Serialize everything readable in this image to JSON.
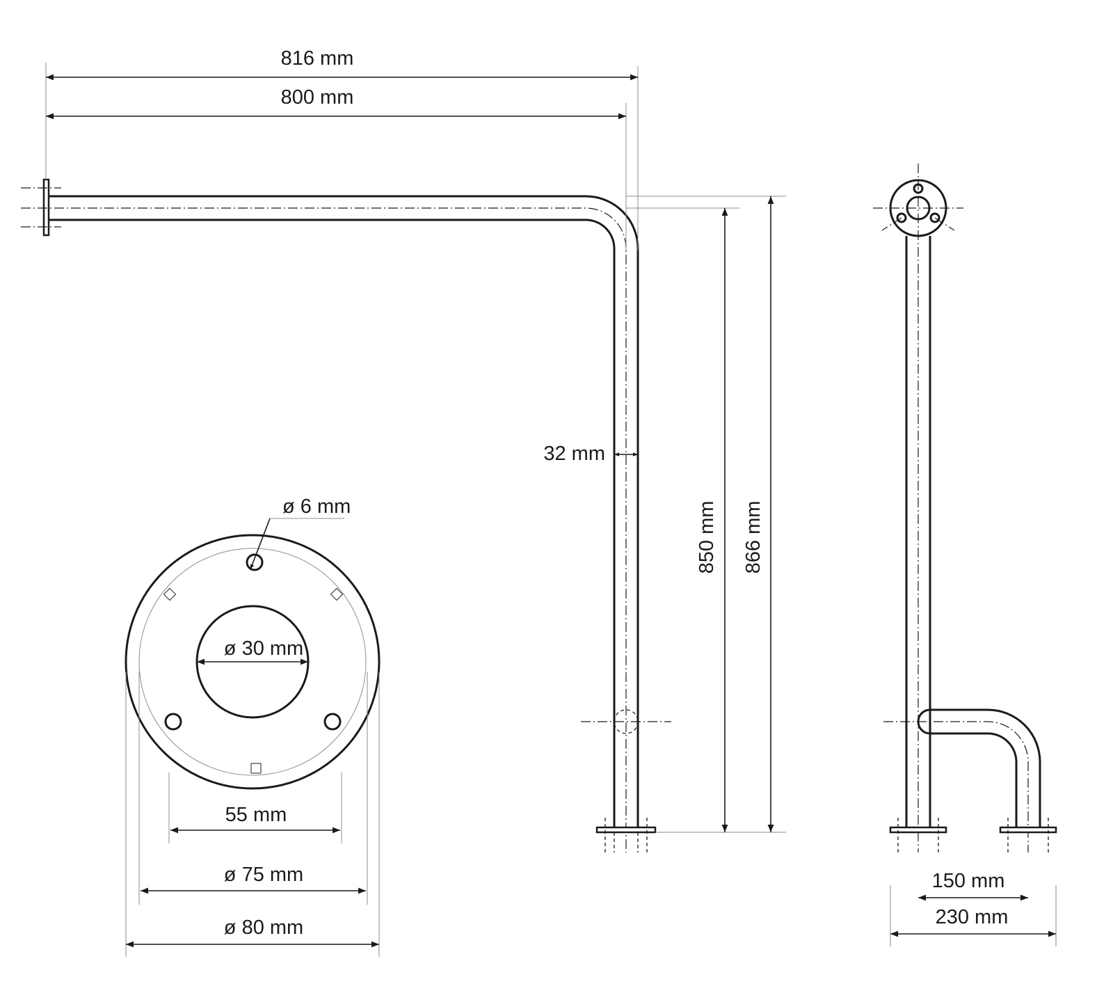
{
  "dimensions": {
    "total_length": "816 mm",
    "arm_length": "800 mm",
    "tube_diameter": "32 mm",
    "height_inner": "850 mm",
    "height_total": "866 mm",
    "hole_diameter": "ø 6 mm",
    "inner_bore": "ø 30 mm",
    "hole_spacing": "55 mm",
    "rosette_inner": "ø 75 mm",
    "rosette_outer": "ø 80 mm",
    "foot_spacing": "150 mm",
    "base_width": "230 mm"
  }
}
